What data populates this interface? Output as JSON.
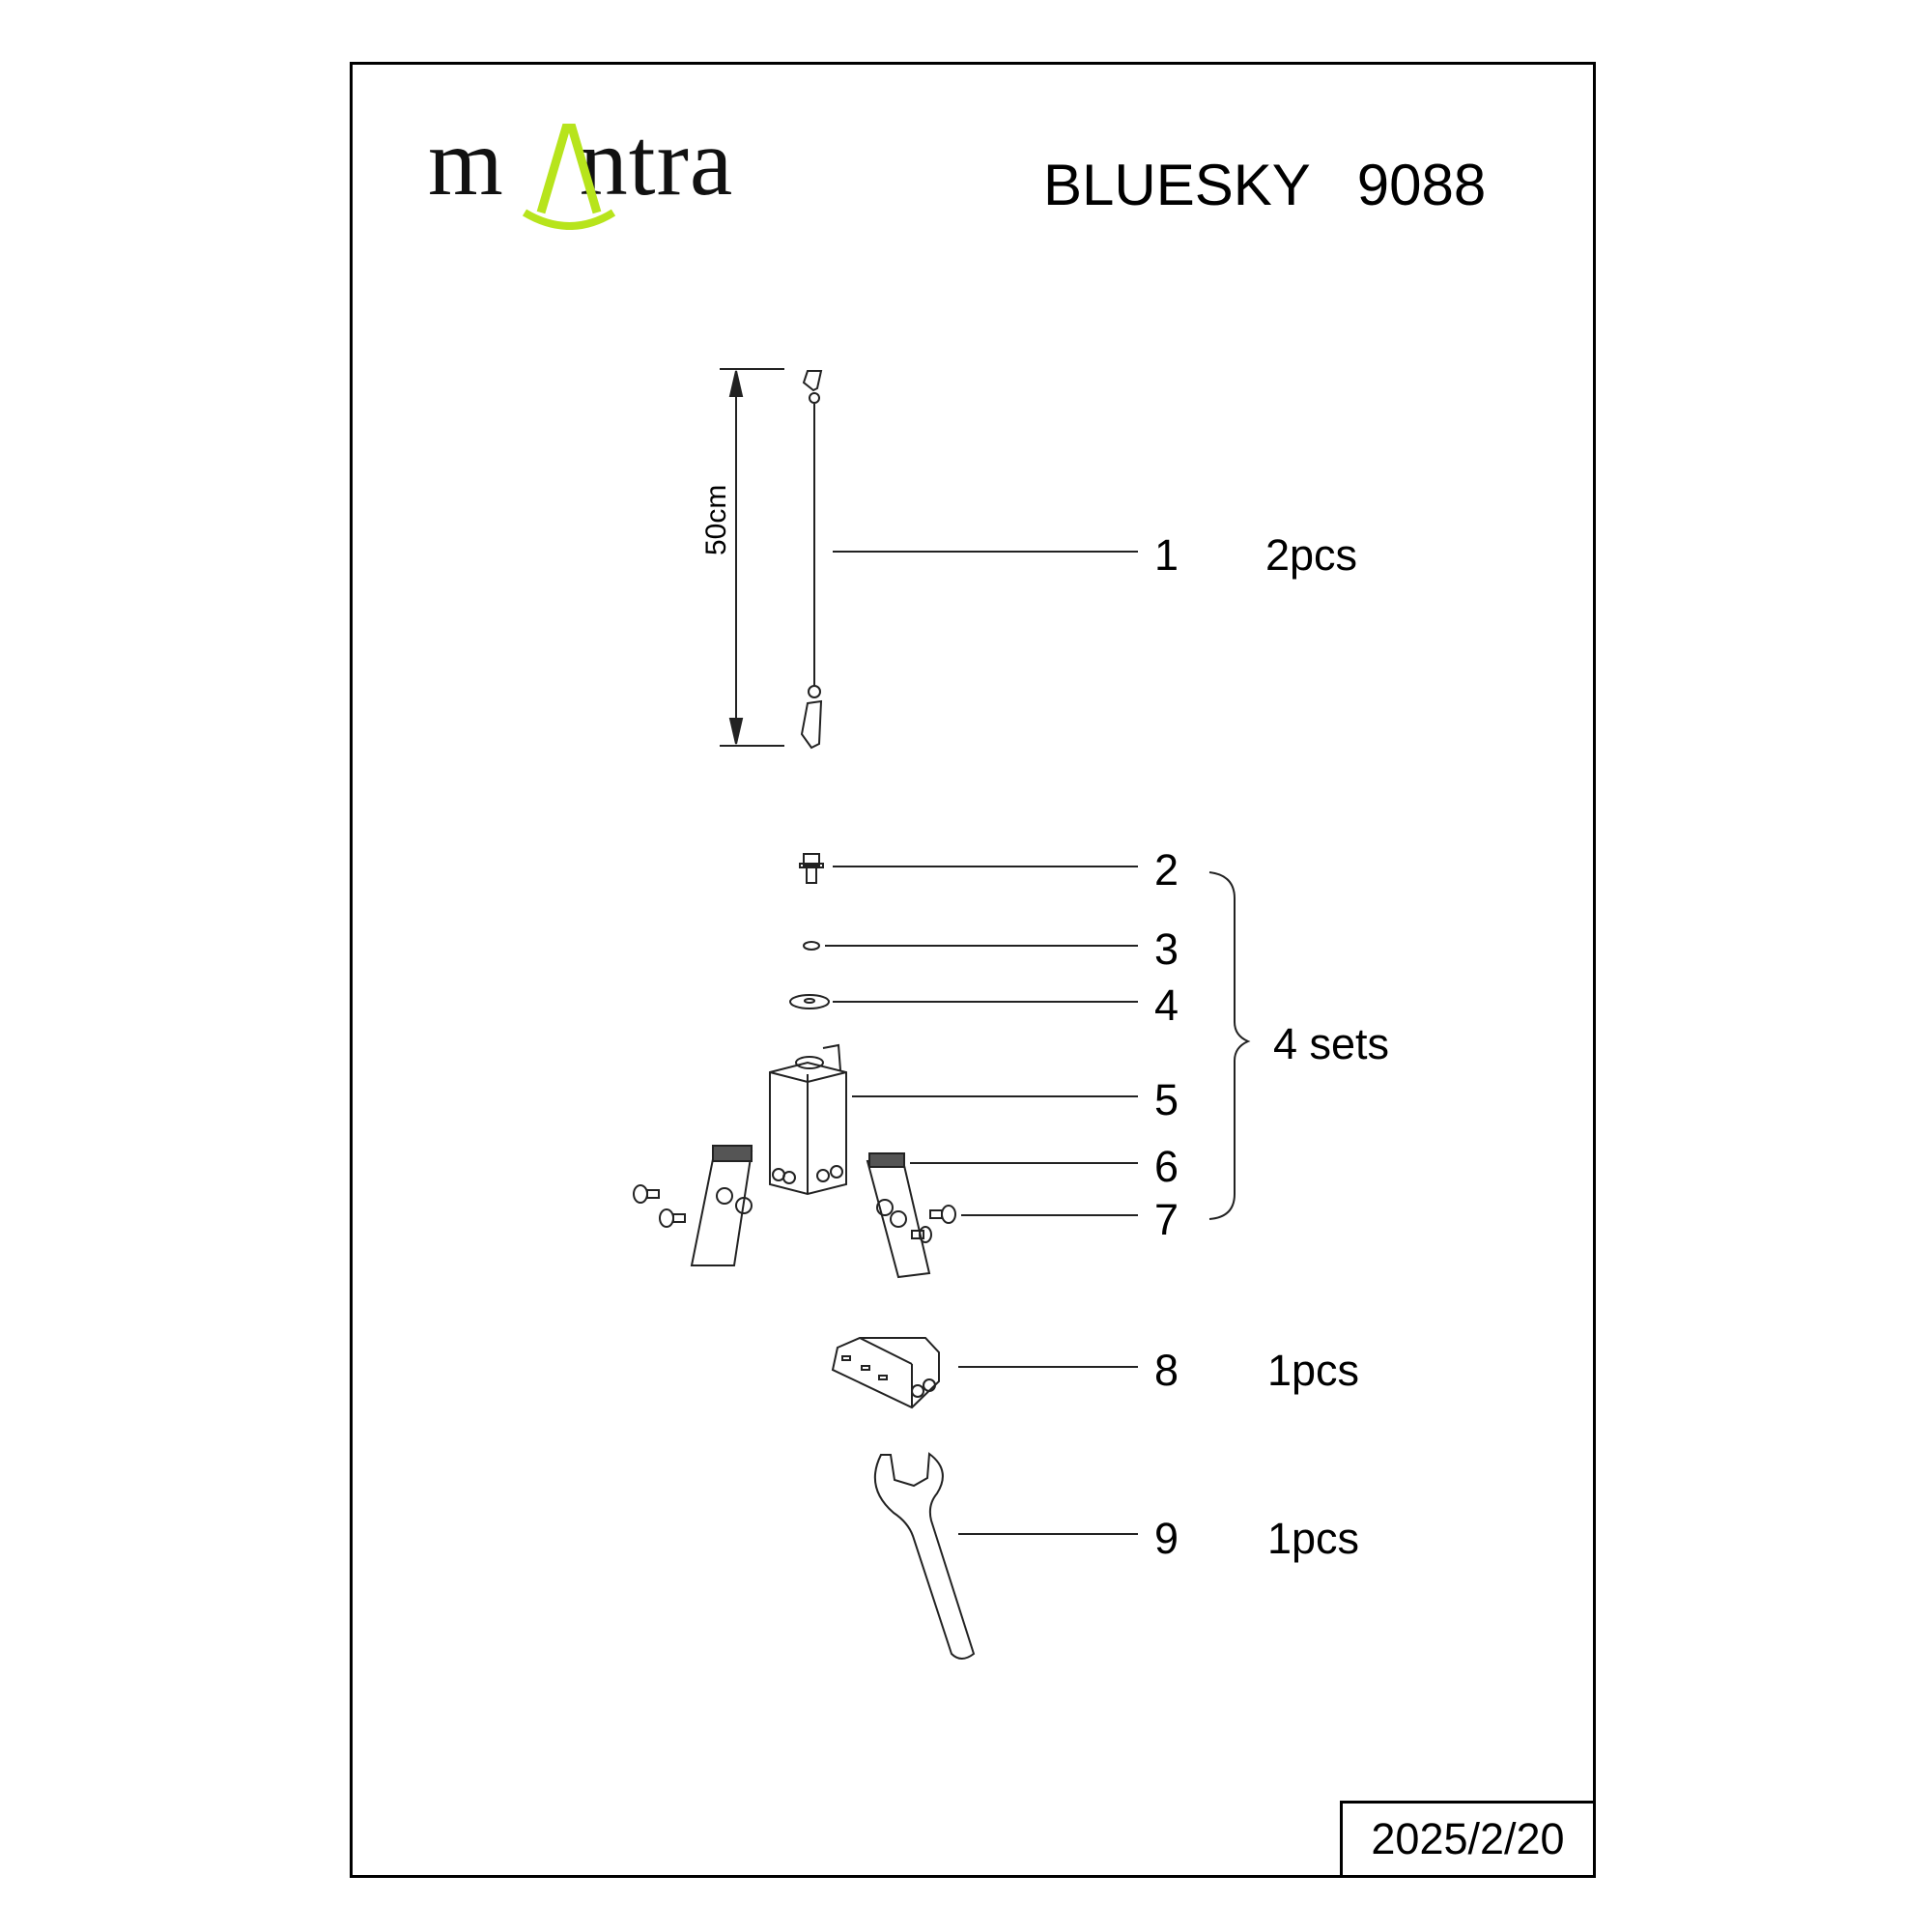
{
  "header": {
    "brand": {
      "left": "m",
      "right": "ntra",
      "full": "mantra",
      "accent_color": "#b7e41c"
    },
    "product_name": "BLUESKY",
    "model_number": "9088"
  },
  "parts": [
    {
      "number": "1",
      "qty": "2pcs",
      "name": "suspension cable with carabiners",
      "dimension": "50cm"
    },
    {
      "number": "2",
      "name": "hex bolt"
    },
    {
      "number": "3",
      "name": "small washer"
    },
    {
      "number": "4",
      "name": "flat washer"
    },
    {
      "number": "5",
      "name": "mounting block"
    },
    {
      "number": "6",
      "name": "spring clip"
    },
    {
      "number": "7",
      "name": "screw"
    },
    {
      "number": "8",
      "qty": "1pcs",
      "name": "wire connector"
    },
    {
      "number": "9",
      "qty": "1pcs",
      "name": "wrench"
    }
  ],
  "group": {
    "items": "2-7",
    "qty": "4 sets"
  },
  "footer": {
    "date": "2025/2/20"
  }
}
